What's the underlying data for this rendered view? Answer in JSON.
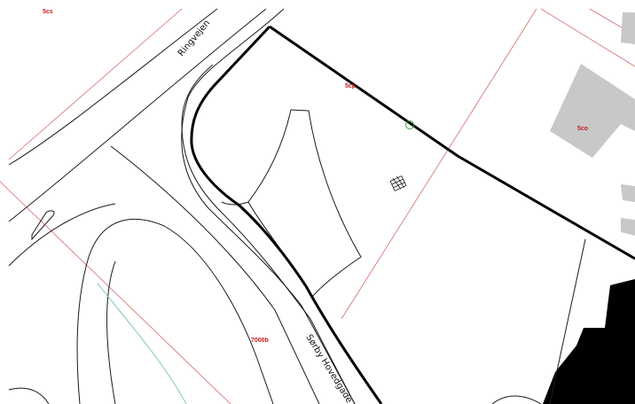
{
  "map": {
    "colors": {
      "background": "#ffffff",
      "linework": "#1a1a1a",
      "cadastral_line": "#d66a6a",
      "parcel_label": "#c8191b",
      "highlight_boundary": "#000000",
      "building_grey": "#c8c8c8",
      "building_black": "#000000",
      "watercourse": "#7bc4c4",
      "tree_symbol": "#3a9a3a"
    },
    "roads": {
      "ringvejen": "Ringvejen",
      "hovedgade": "Sørby Hovedgade"
    },
    "parcel_labels": {
      "top_left": "5cs",
      "center": "5cp",
      "right": "5co",
      "bottom": "7000b"
    },
    "symbols": {
      "tree": "tree-icon",
      "hatched_marker": "grid-symbol-icon"
    }
  }
}
